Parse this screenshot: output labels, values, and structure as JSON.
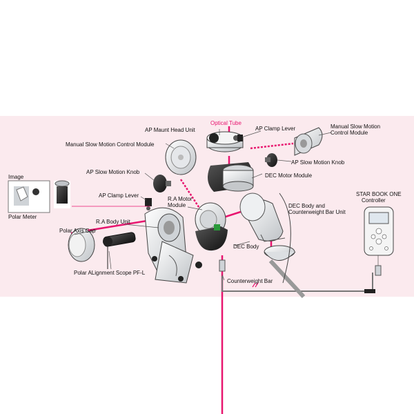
{
  "colors": {
    "band_background": "#fbeaee",
    "accent_pink": "#e8156f",
    "line_gray": "#666666"
  },
  "labels": {
    "optical_tube": "Optical Tube",
    "ap_maunt_head_unit": "AP Maunt Head Unit",
    "ap_clamp_lever_top": "AP Clamp Lever",
    "manual_slow_motion_top_right_1": "Manual Slow Motion",
    "manual_slow_motion_top_right_2": "Control Module",
    "manual_slow_motion_left": "Manual Slow Motion Control Module",
    "ap_slow_motion_knob_right": "AP Slow Motion Knob",
    "ap_slow_motion_knob_left": "AP Slow Motion Knob",
    "dec_motor_module": "DEC Motor Module",
    "image": "Image",
    "polar_meter": "Polar Meter",
    "ap_clamp_lever_left": "AP Clamp Lever",
    "ra_motor_module_1": "R.A Motor",
    "ra_motor_module_2": "Module",
    "ra_body_unit": "R.A Body Unit",
    "polar_axis_cap": "Polar Axis Cap",
    "dec_body_unit_1": "DEC Body and",
    "dec_body_unit_2": "Counterweight Bar Unit",
    "dec_body": "DEC Body",
    "polar_alignment_scope": "Polar ALignment Scope PF-L",
    "counterweight_bar": "Counterweight Bar",
    "star_book_1": "STAR BOOK ONE",
    "star_book_2": "Controller"
  },
  "icons": {
    "controller": "handheld-controller-icon",
    "polar_meter_photo": "polar-meter-photo",
    "mount": "equatorial-mount-parts"
  }
}
